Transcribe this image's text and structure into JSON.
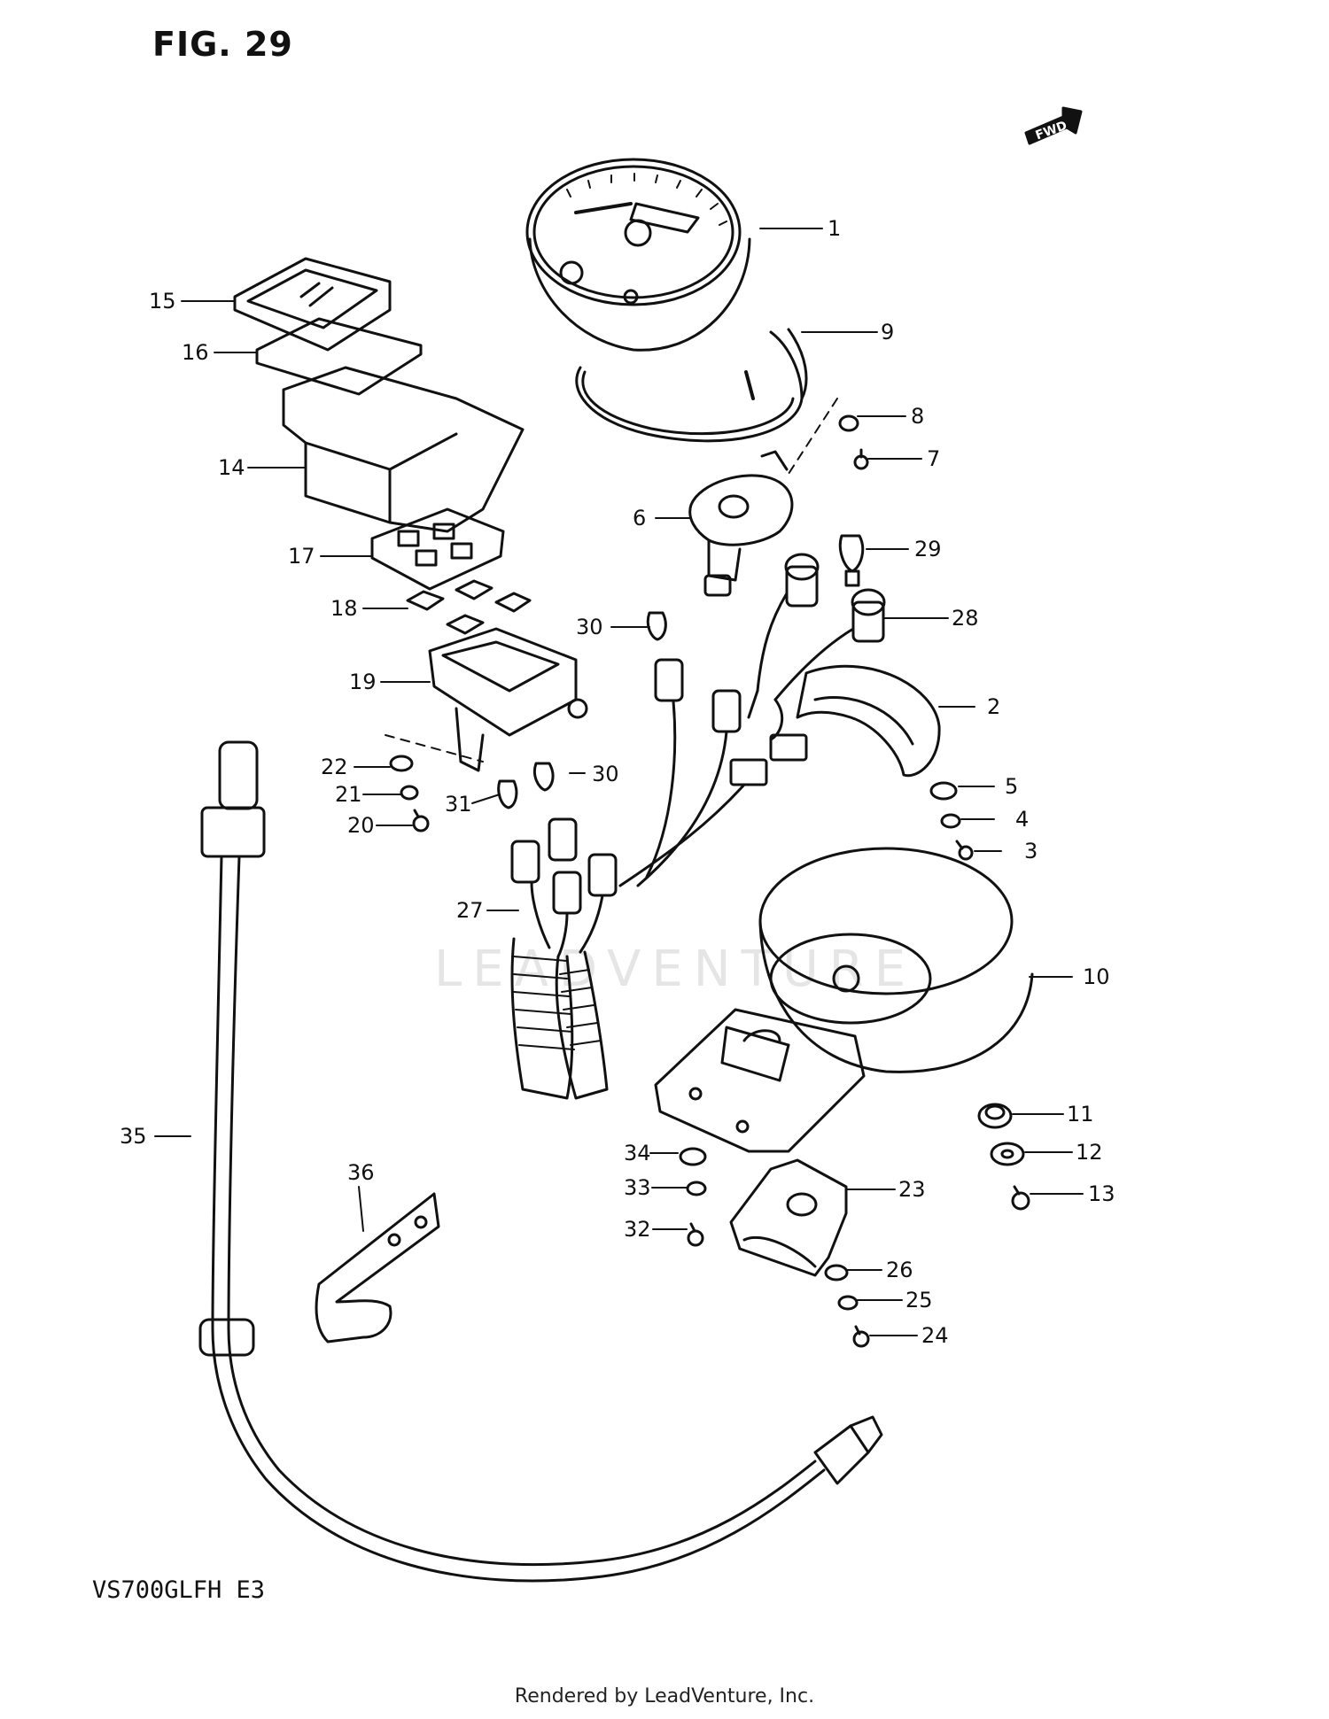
{
  "figure": {
    "title": "FIG. 29",
    "model": "VS700GLFH E3",
    "footer": "Rendered by LeadVenture, Inc.",
    "watermark": "LEADVENTURE",
    "fwd_tag": "FWD"
  },
  "callouts": [
    {
      "num": "1"
    },
    {
      "num": "9"
    },
    {
      "num": "8"
    },
    {
      "num": "7"
    },
    {
      "num": "6"
    },
    {
      "num": "29"
    },
    {
      "num": "28"
    },
    {
      "num": "2"
    },
    {
      "num": "5"
    },
    {
      "num": "4"
    },
    {
      "num": "3"
    },
    {
      "num": "10"
    },
    {
      "num": "11"
    },
    {
      "num": "12"
    },
    {
      "num": "13"
    },
    {
      "num": "15"
    },
    {
      "num": "16"
    },
    {
      "num": "14"
    },
    {
      "num": "17"
    },
    {
      "num": "18"
    },
    {
      "num": "19"
    },
    {
      "num": "30"
    },
    {
      "num": "22"
    },
    {
      "num": "21"
    },
    {
      "num": "20"
    },
    {
      "num": "31"
    },
    {
      "num": "30"
    },
    {
      "num": "27"
    },
    {
      "num": "35"
    },
    {
      "num": "36"
    },
    {
      "num": "34"
    },
    {
      "num": "33"
    },
    {
      "num": "32"
    },
    {
      "num": "23"
    },
    {
      "num": "26"
    },
    {
      "num": "25"
    },
    {
      "num": "24"
    }
  ]
}
